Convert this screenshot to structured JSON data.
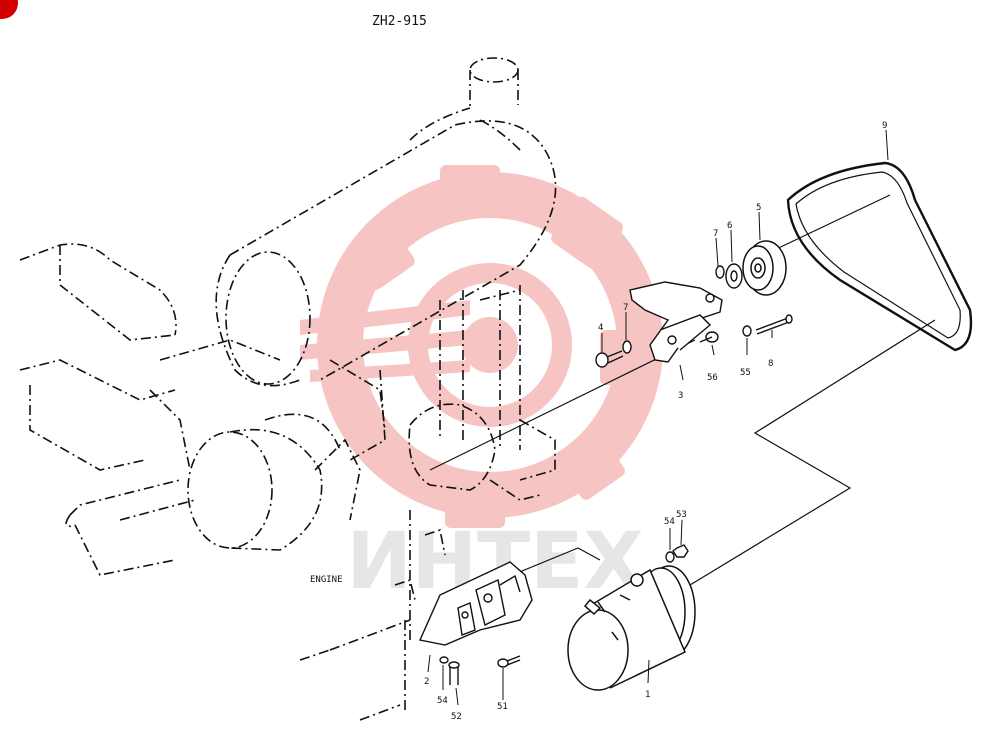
{
  "drawing": {
    "code": "ZH2-915",
    "engine_label": "ENGINE",
    "watermark_text": "ИНТЕХ"
  },
  "callouts": {
    "c1": "1",
    "c2": "2",
    "c3": "3",
    "c4": "4",
    "c5": "5",
    "c6": "6",
    "c7a": "7",
    "c7b": "7",
    "c8": "8",
    "c9": "9",
    "c51": "51",
    "c52": "52",
    "c53": "53",
    "c54a": "54",
    "c54b": "54",
    "c55": "55",
    "c56": "56"
  },
  "colors": {
    "ink": "#111111",
    "watermark": "#f6b6b6",
    "corner_badge": "#d40000"
  }
}
